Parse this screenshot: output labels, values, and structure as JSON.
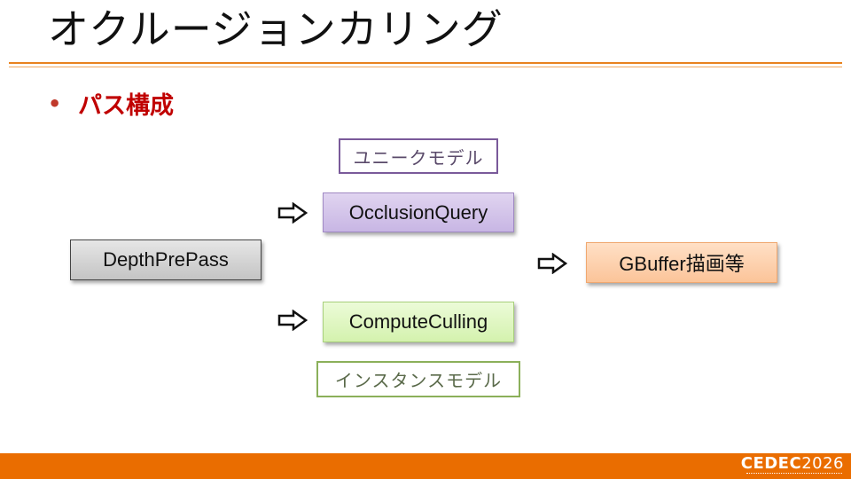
{
  "title": "オクルージョンカリング",
  "bullet": {
    "marker": "•",
    "text": "パス構成"
  },
  "diagram": {
    "unique_label": "ユニークモデル",
    "occlusion_query": "OcclusionQuery",
    "depth_pre_pass": "DepthPrePass",
    "gbuffer": "GBuffer描画等",
    "compute_culling": "ComputeCulling",
    "instance_label": "インスタンスモデル"
  },
  "footer": {
    "logo_text": "CEDEC",
    "logo_year": "2026"
  },
  "colors": {
    "accent_orange": "#ea6d00",
    "title_red": "#c00000",
    "purple_box": "#c8b6e4",
    "green_box": "#d4f2ae",
    "orange_box": "#fbc499",
    "gray_box": "#c4c4c4"
  },
  "icons": {
    "arrow": "right-outline-arrow-icon"
  }
}
